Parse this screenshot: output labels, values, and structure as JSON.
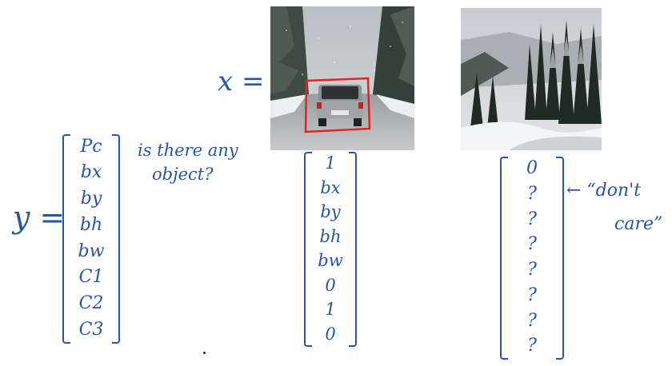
{
  "labels": {
    "x_eq": "x =",
    "y_eq": "y =",
    "question_line1": "is there any",
    "question_line2": "object?",
    "dont_care_line1": "← “don't",
    "dont_care_line2": "care”"
  },
  "vectors": {
    "y_definition": [
      "Pc",
      "bx",
      "by",
      "bh",
      "bw",
      "C1",
      "C2",
      "C3"
    ],
    "car_example": [
      "1",
      "bx",
      "by",
      "bh",
      "bw",
      "0",
      "1",
      "0"
    ],
    "no_object_example": [
      "0",
      "?",
      "?",
      "?",
      "?",
      "?",
      "?",
      "?"
    ]
  },
  "images": {
    "car_photo": {
      "subject": "car on snowy road",
      "has_bounding_box": true,
      "box_color": "#e02424"
    },
    "forest_photo": {
      "subject": "snowy forest road",
      "has_bounding_box": false
    }
  },
  "colors": {
    "ink": "#2756a6",
    "box": "#e02424"
  }
}
